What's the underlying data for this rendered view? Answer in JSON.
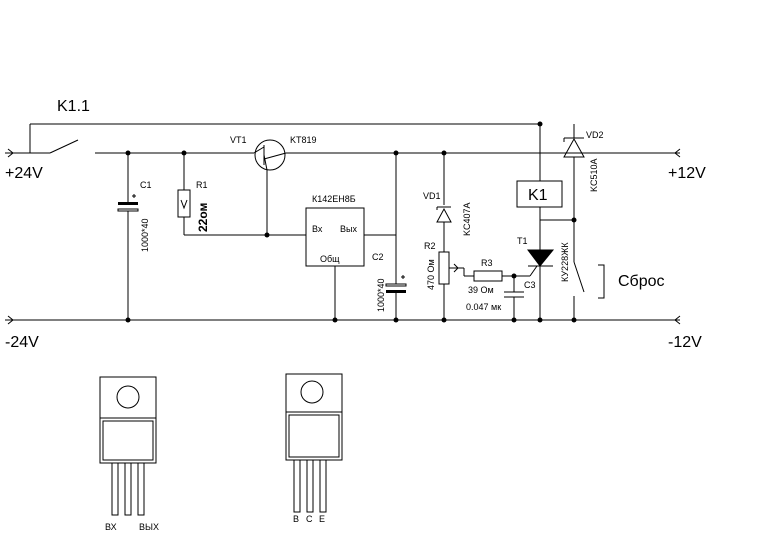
{
  "rails": {
    "plus24": "+24V",
    "minus24": "-24V",
    "plus12": "+12V",
    "minus12": "-12V"
  },
  "relay": {
    "contact_label": "K1.1",
    "coil_label": "K1",
    "reset_label": "Сброс"
  },
  "components": {
    "c1": {
      "ref": "C1",
      "value": "1000*40"
    },
    "r1": {
      "ref": "R1",
      "value": "22ом"
    },
    "vt1": {
      "ref": "VT1",
      "type": "KT819"
    },
    "regulator": {
      "name": "К142ЕН8Б",
      "pin_in": "Вх",
      "pin_out": "Вых",
      "pin_common": "Общ"
    },
    "c2": {
      "ref": "C2",
      "value": "1000*40"
    },
    "vd1": {
      "ref": "VD1",
      "type": "KC407A"
    },
    "r2": {
      "ref": "R2",
      "value": "470 Ом"
    },
    "r3": {
      "ref": "R3",
      "value": "39 Ом"
    },
    "c3": {
      "ref": "C3",
      "value": "0.047 мк"
    },
    "vd2": {
      "ref": "VD2",
      "type": "KC510A"
    },
    "t1": {
      "ref": "T1",
      "type": "КУ228ЖК"
    }
  },
  "packages": {
    "regulator_pins": {
      "left": "ВХ",
      "right": "ВЫХ"
    },
    "transistor_pins": {
      "b": "B",
      "c": "C",
      "e": "E"
    }
  }
}
